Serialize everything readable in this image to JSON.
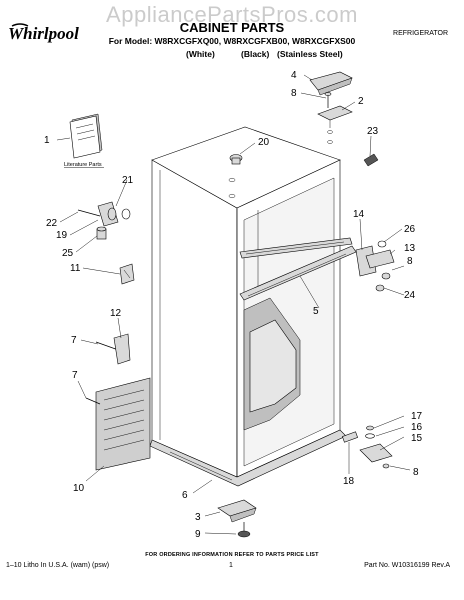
{
  "watermark": "AppliancePartsPros.com",
  "header": {
    "brand": "Whirlpool",
    "title": "CABINET PARTS",
    "model_line": "For Model: W8RXCGFXQ00, W8RXCGFXB00, W8RXCGFXS00",
    "variants": [
      "(White)",
      "(Black)",
      "(Stainless Steel)"
    ],
    "category": "REFRIGERATOR"
  },
  "literature_label": "Literature Parts",
  "callouts": [
    {
      "id": "c1",
      "label": "1"
    },
    {
      "id": "c2",
      "label": "2"
    },
    {
      "id": "c3",
      "label": "3"
    },
    {
      "id": "c4",
      "label": "4"
    },
    {
      "id": "c5",
      "label": "5"
    },
    {
      "id": "c6",
      "label": "6"
    },
    {
      "id": "c7a",
      "label": "7"
    },
    {
      "id": "c7b",
      "label": "7"
    },
    {
      "id": "c8a",
      "label": "8"
    },
    {
      "id": "c8b",
      "label": "8"
    },
    {
      "id": "c8c",
      "label": "8"
    },
    {
      "id": "c9",
      "label": "9"
    },
    {
      "id": "c10",
      "label": "10"
    },
    {
      "id": "c11",
      "label": "11"
    },
    {
      "id": "c12",
      "label": "12"
    },
    {
      "id": "c13",
      "label": "13"
    },
    {
      "id": "c14",
      "label": "14"
    },
    {
      "id": "c15",
      "label": "15"
    },
    {
      "id": "c16",
      "label": "16"
    },
    {
      "id": "c17",
      "label": "17"
    },
    {
      "id": "c18",
      "label": "18"
    },
    {
      "id": "c19",
      "label": "19"
    },
    {
      "id": "c20",
      "label": "20"
    },
    {
      "id": "c21",
      "label": "21"
    },
    {
      "id": "c22",
      "label": "22"
    },
    {
      "id": "c23",
      "label": "23"
    },
    {
      "id": "c24",
      "label": "24"
    },
    {
      "id": "c25",
      "label": "25"
    },
    {
      "id": "c26",
      "label": "26"
    }
  ],
  "footer": {
    "note": "FOR ORDERING INFORMATION REFER TO PARTS PRICE LIST",
    "left": "1–10 Litho In U.S.A. (wam) (psw)",
    "page": "1",
    "part_no": "Part No. W10316199 Rev.A"
  }
}
